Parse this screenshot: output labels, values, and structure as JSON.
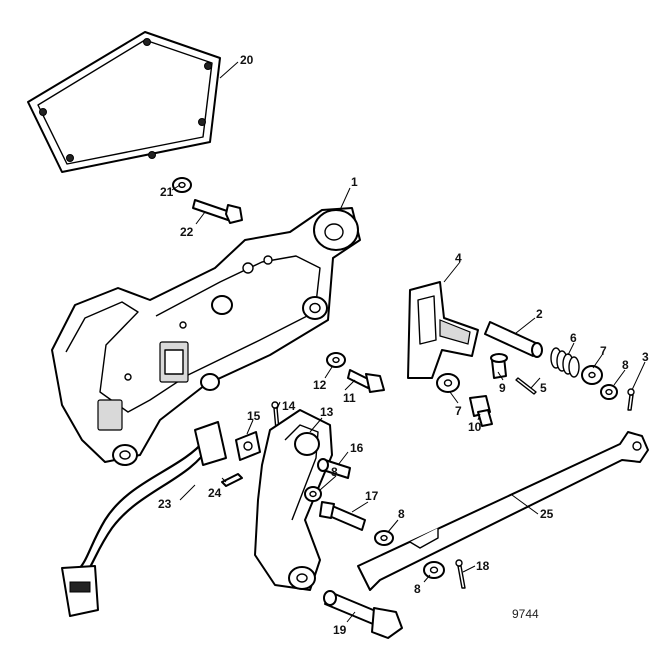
{
  "figure_number": "9744",
  "callouts": [
    {
      "id": "callout-1",
      "text": "1"
    },
    {
      "id": "callout-2",
      "text": "2"
    },
    {
      "id": "callout-3",
      "text": "3"
    },
    {
      "id": "callout-4",
      "text": "4"
    },
    {
      "id": "callout-5",
      "text": "5"
    },
    {
      "id": "callout-6",
      "text": "6"
    },
    {
      "id": "callout-7a",
      "text": "7"
    },
    {
      "id": "callout-7b",
      "text": "7"
    },
    {
      "id": "callout-8a",
      "text": "8"
    },
    {
      "id": "callout-8b",
      "text": "8"
    },
    {
      "id": "callout-8c",
      "text": "8"
    },
    {
      "id": "callout-8d",
      "text": "8"
    },
    {
      "id": "callout-9",
      "text": "9"
    },
    {
      "id": "callout-10",
      "text": "10"
    },
    {
      "id": "callout-11",
      "text": "11"
    },
    {
      "id": "callout-12",
      "text": "12"
    },
    {
      "id": "callout-13",
      "text": "13"
    },
    {
      "id": "callout-14",
      "text": "14"
    },
    {
      "id": "callout-15",
      "text": "15"
    },
    {
      "id": "callout-16",
      "text": "16"
    },
    {
      "id": "callout-17",
      "text": "17"
    },
    {
      "id": "callout-18",
      "text": "18"
    },
    {
      "id": "callout-19",
      "text": "19"
    },
    {
      "id": "callout-20",
      "text": "20"
    },
    {
      "id": "callout-21",
      "text": "21"
    },
    {
      "id": "callout-22",
      "text": "22"
    },
    {
      "id": "callout-23",
      "text": "23"
    },
    {
      "id": "callout-24",
      "text": "24"
    },
    {
      "id": "callout-25",
      "text": "25"
    }
  ]
}
